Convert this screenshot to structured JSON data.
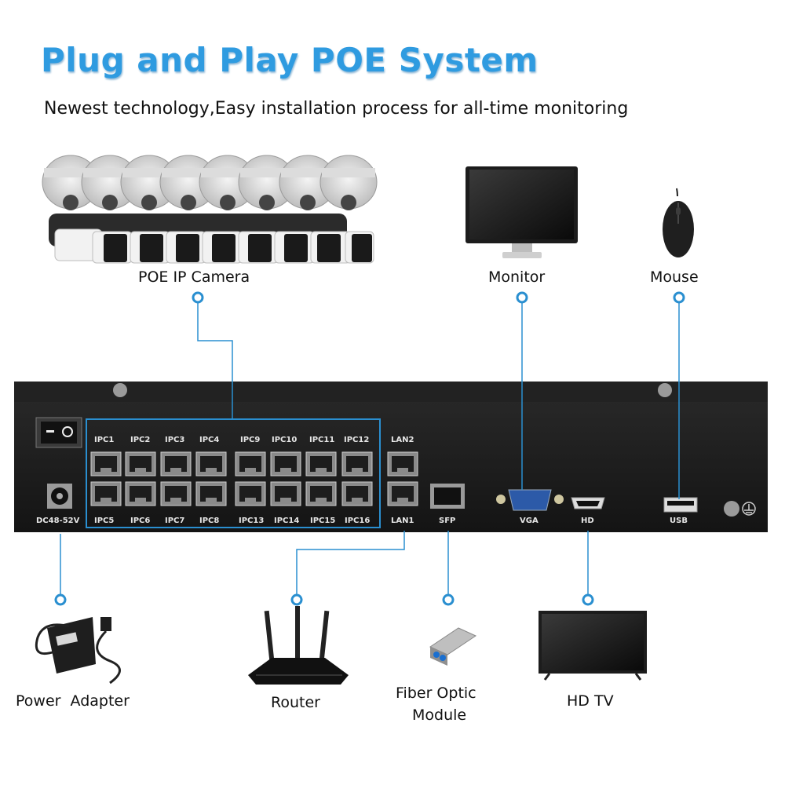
{
  "title": "Plug and Play POE System",
  "subtitle": "Newest technology,Easy installation process for all-time monitoring",
  "devices": {
    "camera": "POE IP Camera",
    "monitor": "Monitor",
    "mouse": "Mouse",
    "power": "Power  Adapter",
    "router": "Router",
    "fiber_line1": "Fiber Optic",
    "fiber_line2": "Module",
    "hdtv": "HD TV"
  },
  "nvr": {
    "power_in": "DC48-52V",
    "ports_top": [
      "IPC1",
      "IPC2",
      "IPC3",
      "IPC4",
      "IPC9",
      "IPC10",
      "IPC11",
      "IPC12"
    ],
    "ports_bottom": [
      "IPC5",
      "IPC6",
      "IPC7",
      "IPC8",
      "IPC13",
      "IPC14",
      "IPC15",
      "IPC16"
    ],
    "lan2": "LAN2",
    "lan1": "LAN1",
    "sfp": "SFP",
    "vga": "VGA",
    "hd": "HD",
    "usb": "USB"
  },
  "colors": {
    "title": "#2f9be0",
    "connector": "#2a8fd0",
    "nvr_body": "#1b1b1b"
  }
}
